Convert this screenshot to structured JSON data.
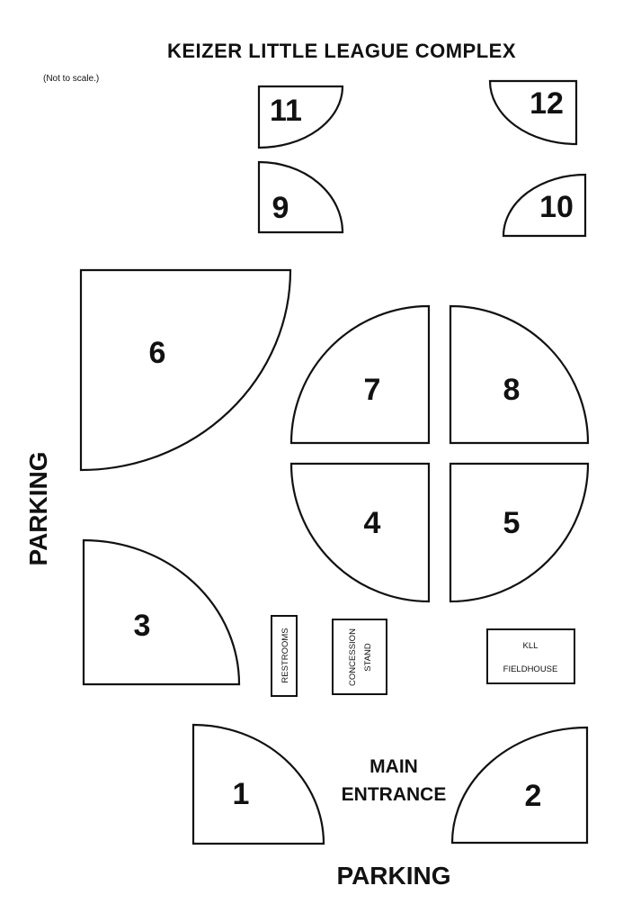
{
  "map": {
    "title": "KEIZER LITTLE LEAGUE COMPLEX",
    "scale_note": "(Not to scale.)",
    "parking_left": "PARKING",
    "parking_bottom": "PARKING",
    "main_entrance_line1": "MAIN",
    "main_entrance_line2": "ENTRANCE",
    "fields": {
      "f1": "1",
      "f2": "2",
      "f3": "3",
      "f4": "4",
      "f5": "5",
      "f6": "6",
      "f7": "7",
      "f8": "8",
      "f9": "9",
      "f10": "10",
      "f11": "11",
      "f12": "12"
    },
    "buildings": {
      "restrooms": "RESTROOMS",
      "concession_line1": "CONCESSION",
      "concession_line2": "STAND",
      "fieldhouse_line1": "KLL",
      "fieldhouse_line2": "FIELDHOUSE"
    }
  }
}
